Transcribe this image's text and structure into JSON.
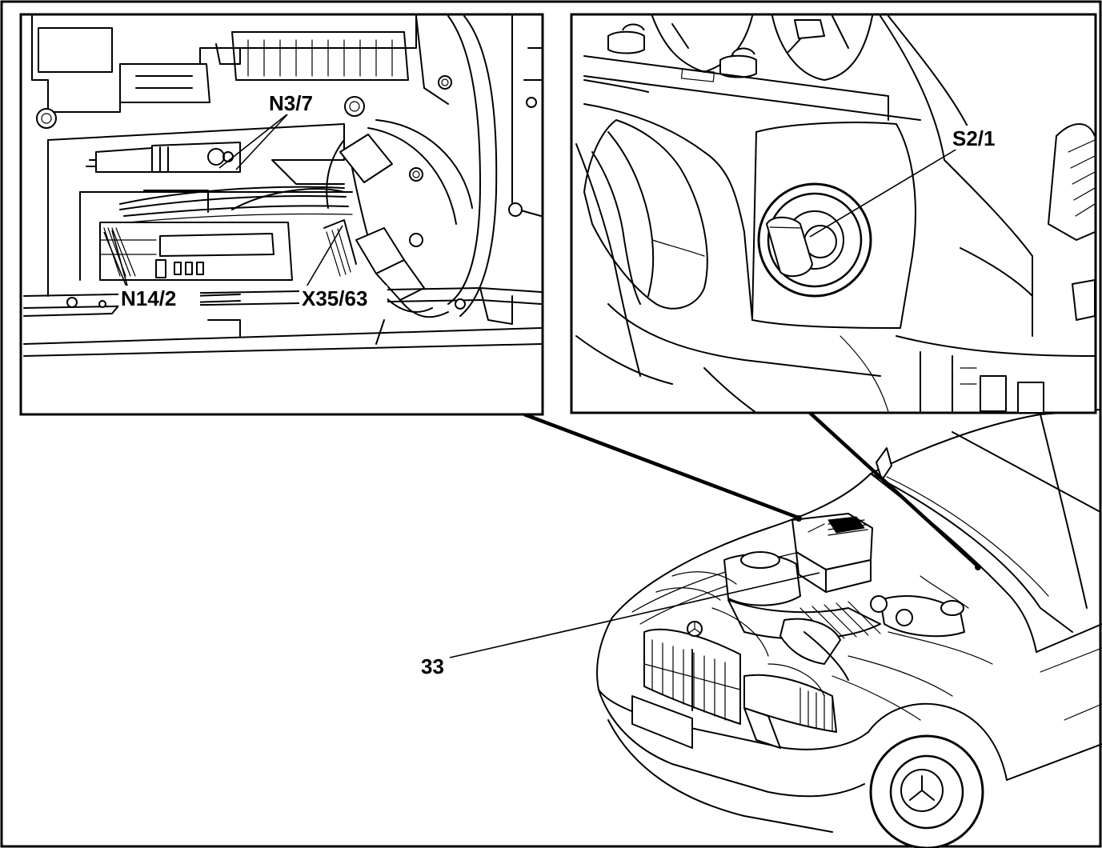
{
  "callouts": {
    "n3_7": "N3/7",
    "n14_2": "N14/2",
    "x35_63": "X35/63",
    "s2_1": "S2/1",
    "item_33": "33"
  },
  "colors": {
    "ink": "#000000",
    "paper": "#ffffff"
  }
}
